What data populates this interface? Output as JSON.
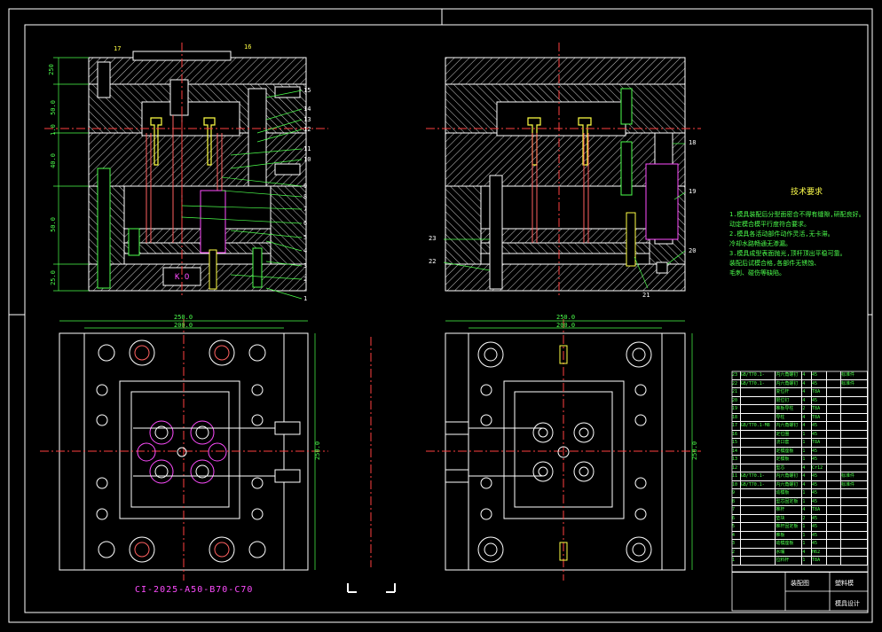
{
  "section_left_part_numbers": [
    "17",
    "16",
    "15",
    "14",
    "13",
    "12",
    "11",
    "10",
    "9",
    "8",
    "7",
    "6",
    "5",
    "4",
    "3",
    "2",
    "1"
  ],
  "section_left_dims": [
    "250",
    "50.0",
    "1.0",
    "40.0",
    "50.0",
    "25.0"
  ],
  "section_left_box": "K O",
  "section_right_part_numbers": [
    "18",
    "19",
    "20",
    "21",
    "22",
    "23"
  ],
  "plan_left_dims": {
    "outer": "250.0",
    "inner": "200.0",
    "height": "250.0"
  },
  "plan_right_dims": {
    "outer": "250.0",
    "inner": "200.0",
    "height": "250.0"
  },
  "model_code": "CI-2025-A50-B70-C70",
  "notes": {
    "title": "技术要求",
    "lines": [
      "1.模具装配后分型面密合不得有缝隙,研配良好。",
      "  动定模合模平行度符合要求。",
      "2.模具各活动部件动作灵活,无卡滞。",
      "  冷却水路畅通无渗漏。",
      "3.模具成型表面抛光,顶杆顶出平稳可靠。",
      "  装配后试模合格,各部件无锈蚀、",
      "  毛刺、碰伤等缺陷。"
    ]
  },
  "bom_rows": [
    [
      "23",
      "GB/T70.1-M6x55",
      "内六角螺钉",
      "4",
      "45",
      "",
      "标准件"
    ],
    [
      "22",
      "GB/T70.1-M6x30",
      "内六角螺钉",
      "4",
      "45",
      "",
      "标准件"
    ],
    [
      "21",
      "",
      "复位杆",
      "4",
      "T8A",
      "",
      ""
    ],
    [
      "20",
      "",
      "限位钉",
      "4",
      "45",
      "",
      ""
    ],
    [
      "19",
      "",
      "推板导柱",
      "2",
      "T8A",
      "",
      ""
    ],
    [
      "18",
      "",
      "导柱",
      "4",
      "T8A",
      "",
      ""
    ],
    [
      "17",
      "GB/T70.1-M8",
      "内六角螺钉",
      "4",
      "45",
      "",
      ""
    ],
    [
      "16",
      "",
      "定位圈",
      "1",
      "45",
      "",
      ""
    ],
    [
      "15",
      "",
      "浇口套",
      "1",
      "T8A",
      "",
      ""
    ],
    [
      "14",
      "",
      "定模座板",
      "1",
      "45",
      "",
      ""
    ],
    [
      "13",
      "",
      "定模板",
      "1",
      "45",
      "",
      ""
    ],
    [
      "12",
      "",
      "型芯",
      "4",
      "Cr12",
      "",
      ""
    ],
    [
      "11",
      "GB/T70.1-M8x110",
      "内六角螺钉",
      "4",
      "45",
      "",
      "标准件"
    ],
    [
      "10",
      "GB/T70.1-M6x16",
      "内六角螺钉",
      "4",
      "45",
      "",
      "标准件"
    ],
    [
      "9",
      "",
      "动模板",
      "1",
      "45",
      "",
      ""
    ],
    [
      "8",
      "",
      "型芯固定板",
      "1",
      "45",
      "",
      ""
    ],
    [
      "7",
      "",
      "推杆",
      "4",
      "T8A",
      "",
      ""
    ],
    [
      "6",
      "",
      "垫块",
      "2",
      "45",
      "",
      ""
    ],
    [
      "5",
      "",
      "推杆固定板",
      "1",
      "45",
      "",
      ""
    ],
    [
      "4",
      "",
      "推板",
      "1",
      "45",
      "",
      ""
    ],
    [
      "3",
      "",
      "动模座板",
      "1",
      "45",
      "",
      ""
    ],
    [
      "2",
      "",
      "水嘴",
      "4",
      "H62",
      "",
      ""
    ],
    [
      "1",
      "",
      "拉料杆",
      "1",
      "T8A",
      "",
      ""
    ]
  ],
  "title_block": {
    "name": "装配图",
    "drawing": "塑料模",
    "school": "模具设计"
  }
}
